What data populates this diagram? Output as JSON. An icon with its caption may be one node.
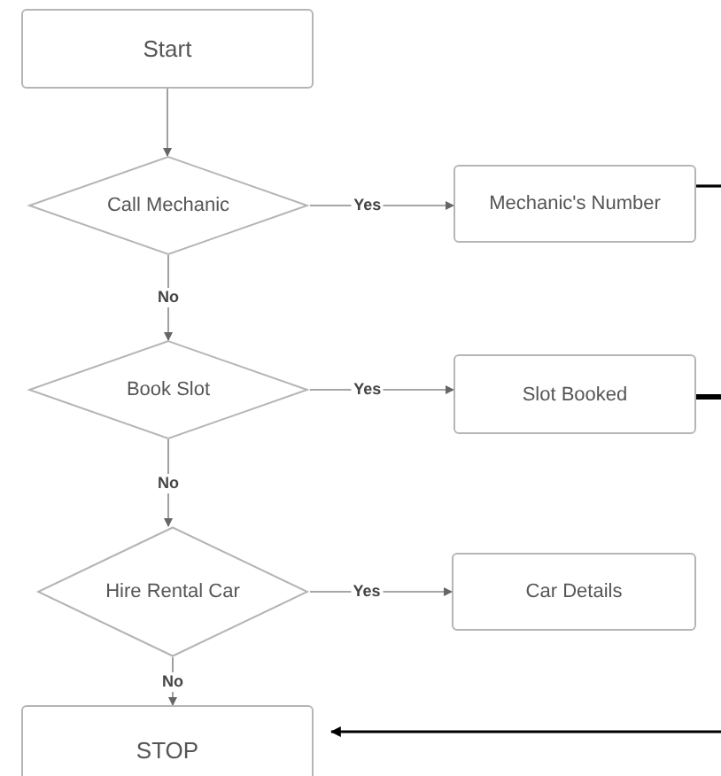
{
  "diagram": {
    "nodes": [
      {
        "text": [
          "Start"
        ]
      },
      {
        "text": [
          "Call Mechanic"
        ]
      },
      {
        "text": [
          "Mechanic's Number"
        ]
      },
      {
        "text": [
          "Book Slot"
        ]
      },
      {
        "text": [
          "Slot Booked"
        ]
      },
      {
        "text": [
          "Hire Rental Car"
        ]
      },
      {
        "text": [
          "Car Details"
        ]
      },
      {
        "text": [
          "STOP"
        ]
      }
    ],
    "edges": [
      {
        "from": 0,
        "to": 1,
        "arrow": "to"
      },
      {
        "from": 1,
        "to": 2,
        "arrow": "to",
        "label": "Yes"
      },
      {
        "from": 1,
        "to": 3,
        "arrow": "to",
        "label": "No"
      },
      {
        "from": 3,
        "to": 4,
        "arrow": "to",
        "label": "Yes"
      },
      {
        "from": 3,
        "to": 5,
        "arrow": "to",
        "label": "No"
      },
      {
        "from": 5,
        "to": 6,
        "arrow": "to",
        "label": "Yes"
      },
      {
        "from": 5,
        "to": 7,
        "arrow": "to",
        "label": "No"
      },
      {
        "from": 2,
        "to": null,
        "arrow": "none",
        "color": "#000000"
      },
      {
        "from": 4,
        "to": null,
        "arrow": "none",
        "style": "thick",
        "color": "#000000"
      },
      {
        "from": null,
        "to": 7,
        "arrow": "to",
        "color": "#000000"
      }
    ]
  }
}
